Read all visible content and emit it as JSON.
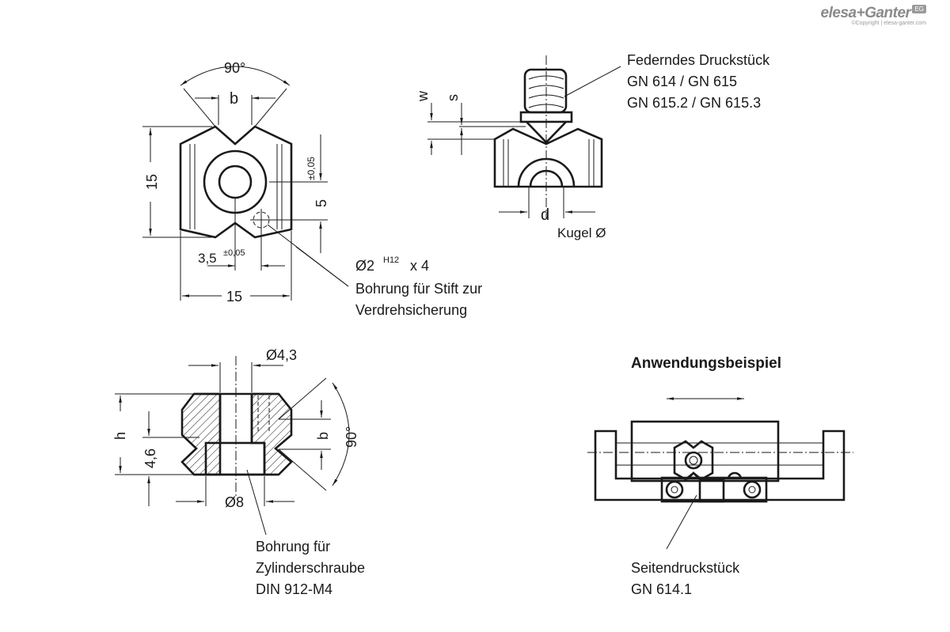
{
  "brand": {
    "name": "elesa+Ganter",
    "badge": "EG",
    "copyright": "©Copyright | elesa-ganter.com"
  },
  "top_left_view": {
    "angle": "90°",
    "b": "b",
    "height": "15",
    "tol_005": "±0,05",
    "five": "5",
    "offset": "3,5",
    "offset_tol": "±0,05",
    "width": "15"
  },
  "pin_note": {
    "diameter": "Ø2",
    "fit": "H12",
    "count": "x 4",
    "line1": "Bohrung für Stift zur",
    "line2": "Verdrehsicherung"
  },
  "top_right_view": {
    "w": "w",
    "s": "s",
    "callout_line1": "Federndes Druckstück",
    "callout_line2": "GN 614 / GN 615",
    "callout_line3": "GN 615.2 / GN 615.3",
    "d": "d",
    "ball": "Kugel Ø"
  },
  "section_view": {
    "bore_small": "Ø4,3",
    "h": "h",
    "depth": "4,6",
    "b": "b",
    "angle": "90°",
    "bore_large": "Ø8",
    "note_line1": "Bohrung für",
    "note_line2": "Zylinderschraube",
    "note_line3": "DIN 912-M4"
  },
  "example": {
    "title": "Anwendungsbeispiel",
    "note_line1": "Seitendruckstück",
    "note_line2": "GN 614.1"
  }
}
